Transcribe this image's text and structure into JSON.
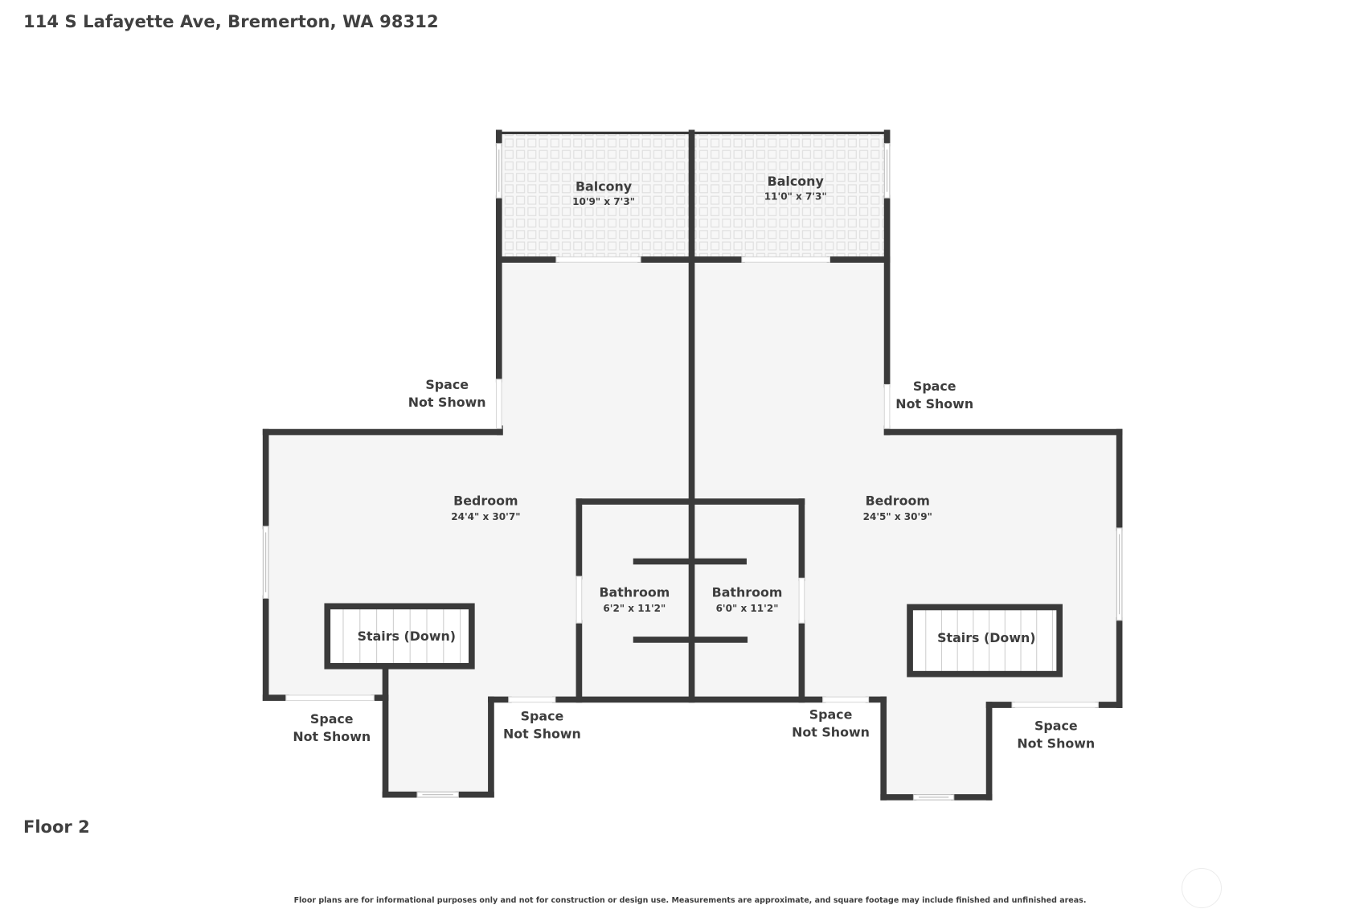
{
  "header": {
    "address": "114 S Lafayette Ave, Bremerton, WA 98312"
  },
  "floor": {
    "label": "Floor 2"
  },
  "footer": {
    "disclaimer": "Floor plans are for informational purposes only and not for construction or design use. Measurements are approximate, and square footage may include finished and unfinished areas."
  },
  "rooms": {
    "balcony_left": {
      "name": "Balcony",
      "dims": "10'9\" x 7'3\""
    },
    "balcony_right": {
      "name": "Balcony",
      "dims": "11'0\" x 7'3\""
    },
    "bedroom_left": {
      "name": "Bedroom",
      "dims": "24'4\" x 30'7\""
    },
    "bedroom_right": {
      "name": "Bedroom",
      "dims": "24'5\" x 30'9\""
    },
    "bathroom_left": {
      "name": "Bathroom",
      "dims": "6'2\" x 11'2\""
    },
    "bathroom_right": {
      "name": "Bathroom",
      "dims": "6'0\" x 11'2\""
    },
    "stairs_left": {
      "name": "Stairs (Down)"
    },
    "stairs_right": {
      "name": "Stairs (Down)"
    }
  },
  "spaces_not_shown": {
    "line1": "Space",
    "line2": "Not Shown"
  },
  "colors": {
    "wall": "#3a3a3a",
    "floor": "#f5f5f5",
    "balcony_tile": "#dcdcdc",
    "background": "#ffffff"
  }
}
